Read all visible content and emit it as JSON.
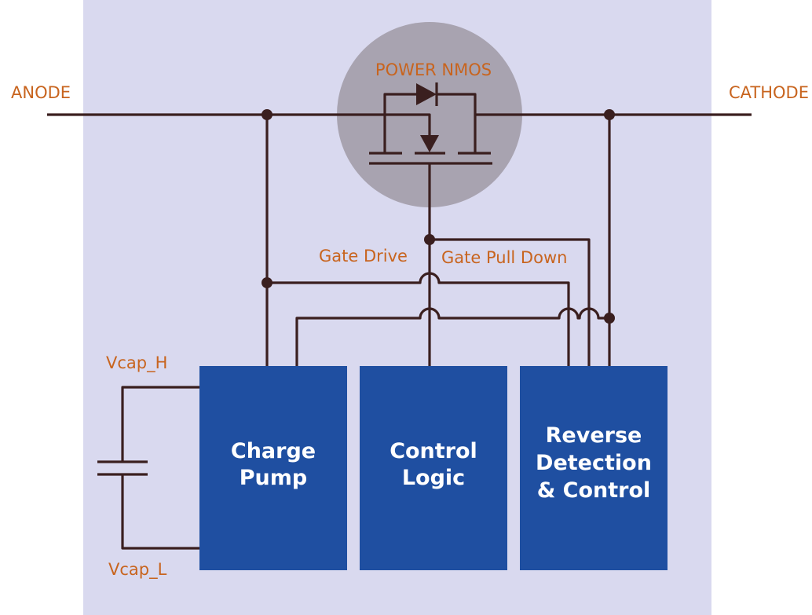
{
  "labels": {
    "anode": "ANODE",
    "cathode": "CATHODE",
    "power_nmos": "POWER NMOS",
    "gate_drive": "Gate Drive",
    "gate_pull_down": "Gate Pull Down",
    "vcap_h": "Vcap_H",
    "vcap_l": "Vcap_L"
  },
  "blocks": {
    "charge_pump": [
      "Charge",
      "Pump"
    ],
    "control_logic": [
      "Control",
      "Logic"
    ],
    "reverse_detection": [
      "Reverse",
      "Detection",
      "& Control"
    ]
  },
  "colors": {
    "background_panel": "#d9d9ef",
    "block_fill": "#1f4fa1",
    "label_text": "#c8641e",
    "wire": "#3a1f1f",
    "nmos_circle": "#a8a3b0"
  }
}
